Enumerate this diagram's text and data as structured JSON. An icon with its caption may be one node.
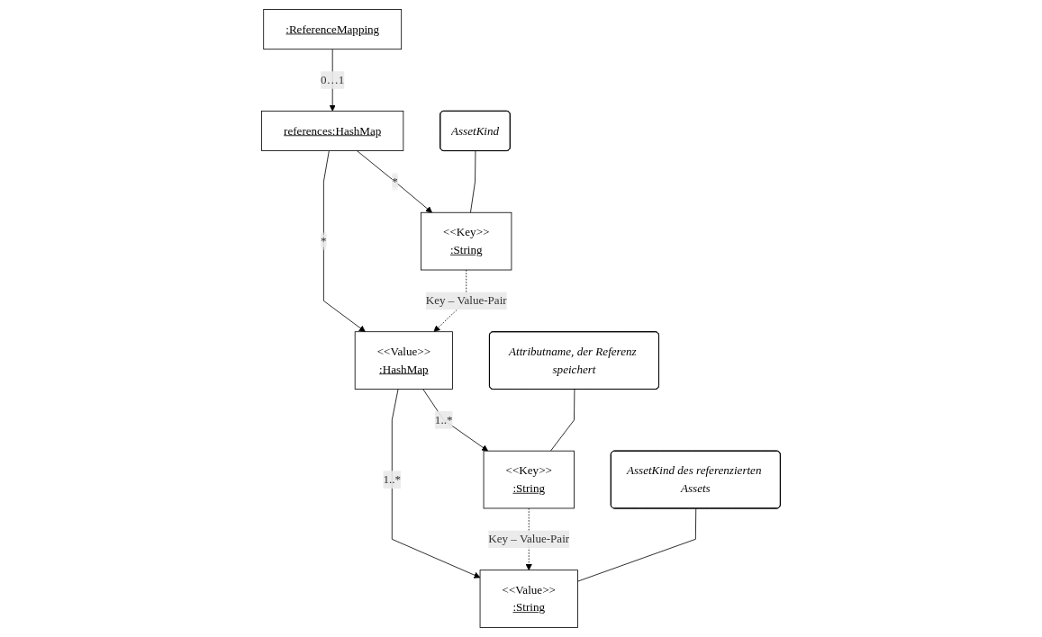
{
  "diagram": {
    "nodes": [
      {
        "text": [
          ":ReferenceMapping"
        ]
      },
      {
        "text": [
          "references:HashMap"
        ]
      },
      {
        "text": [
          "AssetKind"
        ]
      },
      {
        "text": [
          "<<Key>>",
          ":String"
        ]
      },
      {
        "text": [
          "<<Value>>",
          ":HashMap"
        ]
      },
      {
        "text": [
          "Attributname, der Referenz speichert"
        ]
      },
      {
        "text": [
          "<<Key>>",
          ":String"
        ]
      },
      {
        "text": [
          "<<Value>>",
          ":String"
        ]
      },
      {
        "text": [
          "AssetKind des referenzierten Assets"
        ]
      }
    ],
    "edges": [
      {
        "from": 0,
        "to": 1,
        "arrow": "to",
        "label": "0…1"
      },
      {
        "from": 1,
        "to": 3,
        "arrow": "to",
        "label": "*"
      },
      {
        "from": 1,
        "to": 4,
        "arrow": "to",
        "label": "*"
      },
      {
        "from": 3,
        "to": 4,
        "arrow": "to",
        "style": "dashed",
        "label": "Key – Value-Pair"
      },
      {
        "from": 2,
        "to": 3,
        "arrow": "none"
      },
      {
        "from": 4,
        "to": 6,
        "arrow": "to",
        "label": "1..*"
      },
      {
        "from": 4,
        "to": 7,
        "arrow": "to",
        "label": "1..*"
      },
      {
        "from": 6,
        "to": 7,
        "arrow": "to",
        "style": "dashed",
        "label": "Key – Value-Pair"
      },
      {
        "from": 5,
        "to": 6,
        "arrow": "none"
      },
      {
        "from": 8,
        "to": 7,
        "arrow": "none"
      }
    ]
  }
}
